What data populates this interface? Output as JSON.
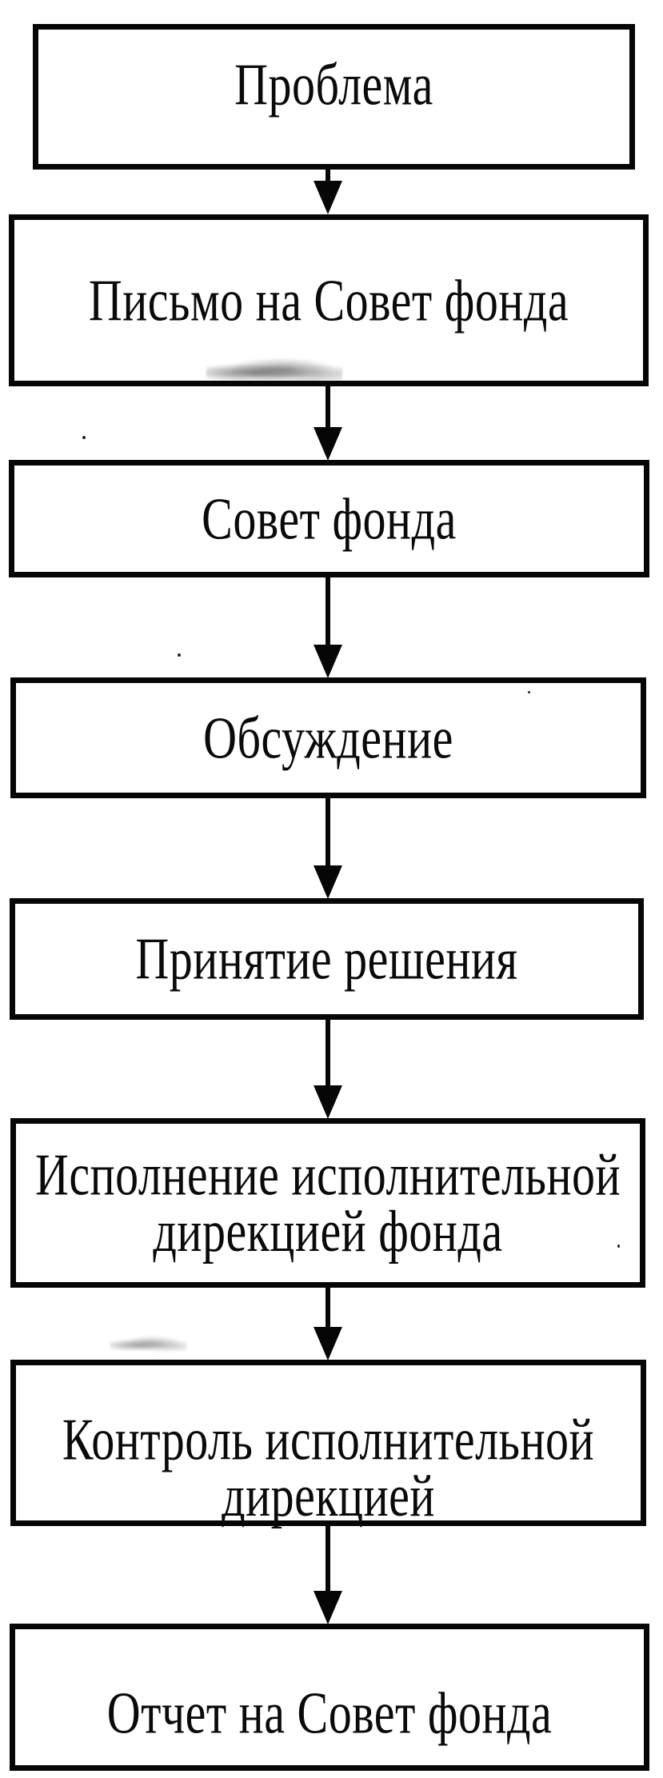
{
  "diagram": {
    "type": "flowchart",
    "direction": "top-to-bottom",
    "background_color": "#ffffff",
    "box_border_color": "#060606",
    "text_color": "#0a0a0a",
    "arrow_color": "#060606",
    "boxes": [
      {
        "id": "problem",
        "label": "Проблема"
      },
      {
        "id": "letter-to-fund-council",
        "label": "Письмо на Совет фонда"
      },
      {
        "id": "fund-council",
        "label": "Совет фонда"
      },
      {
        "id": "discussion",
        "label": "Обсуждение"
      },
      {
        "id": "decision-making",
        "label": "Принятие решения"
      },
      {
        "id": "execution-by-fund-executive-directorate",
        "label": "Исполнение исполнительной\nдирекцией фонда"
      },
      {
        "id": "control-by-executive-directorate",
        "label": "Контроль исполнительной\nдирекцией"
      },
      {
        "id": "report-to-fund-council",
        "label": "Отчет на Совет фонда"
      }
    ],
    "connections": [
      {
        "from": "problem",
        "to": "letter-to-fund-council"
      },
      {
        "from": "letter-to-fund-council",
        "to": "fund-council"
      },
      {
        "from": "fund-council",
        "to": "discussion"
      },
      {
        "from": "discussion",
        "to": "decision-making"
      },
      {
        "from": "decision-making",
        "to": "execution-by-fund-executive-directorate"
      },
      {
        "from": "execution-by-fund-executive-directorate",
        "to": "control-by-executive-directorate"
      },
      {
        "from": "control-by-executive-directorate",
        "to": "report-to-fund-council"
      }
    ]
  }
}
